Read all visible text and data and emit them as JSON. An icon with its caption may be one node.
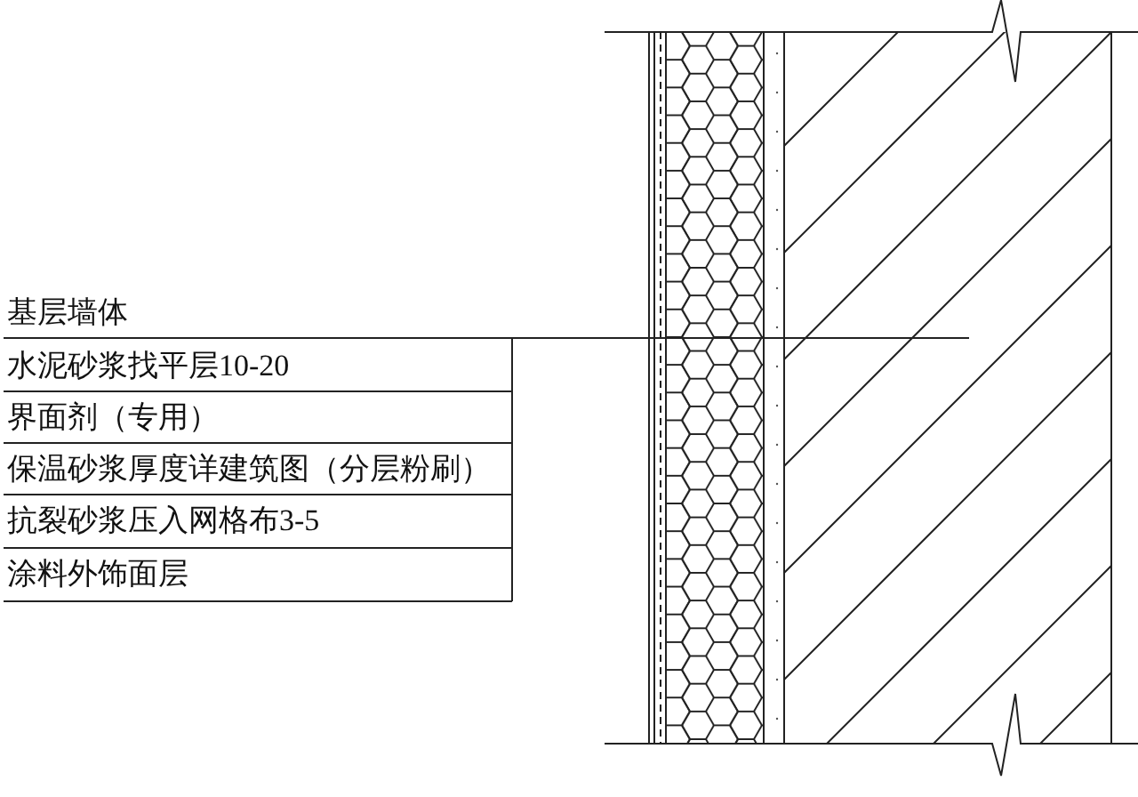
{
  "diagram": {
    "labels": [
      "基层墙体",
      "水泥砂浆找平层10-20",
      "界面剂（专用）",
      "保温砂浆厚度详建筑图（分层粉刷）",
      "抗裂砂浆压入网格布3-5",
      "涂料外饰面层"
    ]
  }
}
